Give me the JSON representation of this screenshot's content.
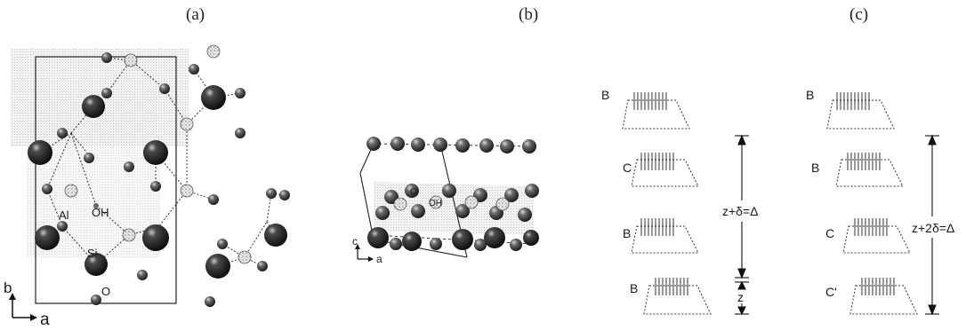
{
  "panels": [
    {
      "label": "(a)"
    },
    {
      "label": "(b)"
    },
    {
      "label": "(c)"
    }
  ],
  "panel_a": {
    "atom_labels": {
      "al": "Al",
      "oh": "OH",
      "si": "Si",
      "o": "O"
    },
    "axes": {
      "vertical": "b",
      "horizontal": "a"
    }
  },
  "panel_b": {
    "atom_labels": {
      "oh": "OH",
      "o": "O"
    },
    "axes": {
      "vertical": "c",
      "horizontal": "a"
    }
  },
  "panel_c": {
    "left_stack": {
      "blocks": [
        "B",
        "C",
        "B",
        "B"
      ],
      "dimensions": [
        {
          "label": "z+δ=Δ"
        },
        {
          "label": "z"
        }
      ]
    },
    "right_stack": {
      "blocks": [
        "B",
        "B",
        "C",
        "C'"
      ],
      "dimensions": [
        {
          "label": "z+2δ=Δ"
        }
      ]
    }
  }
}
